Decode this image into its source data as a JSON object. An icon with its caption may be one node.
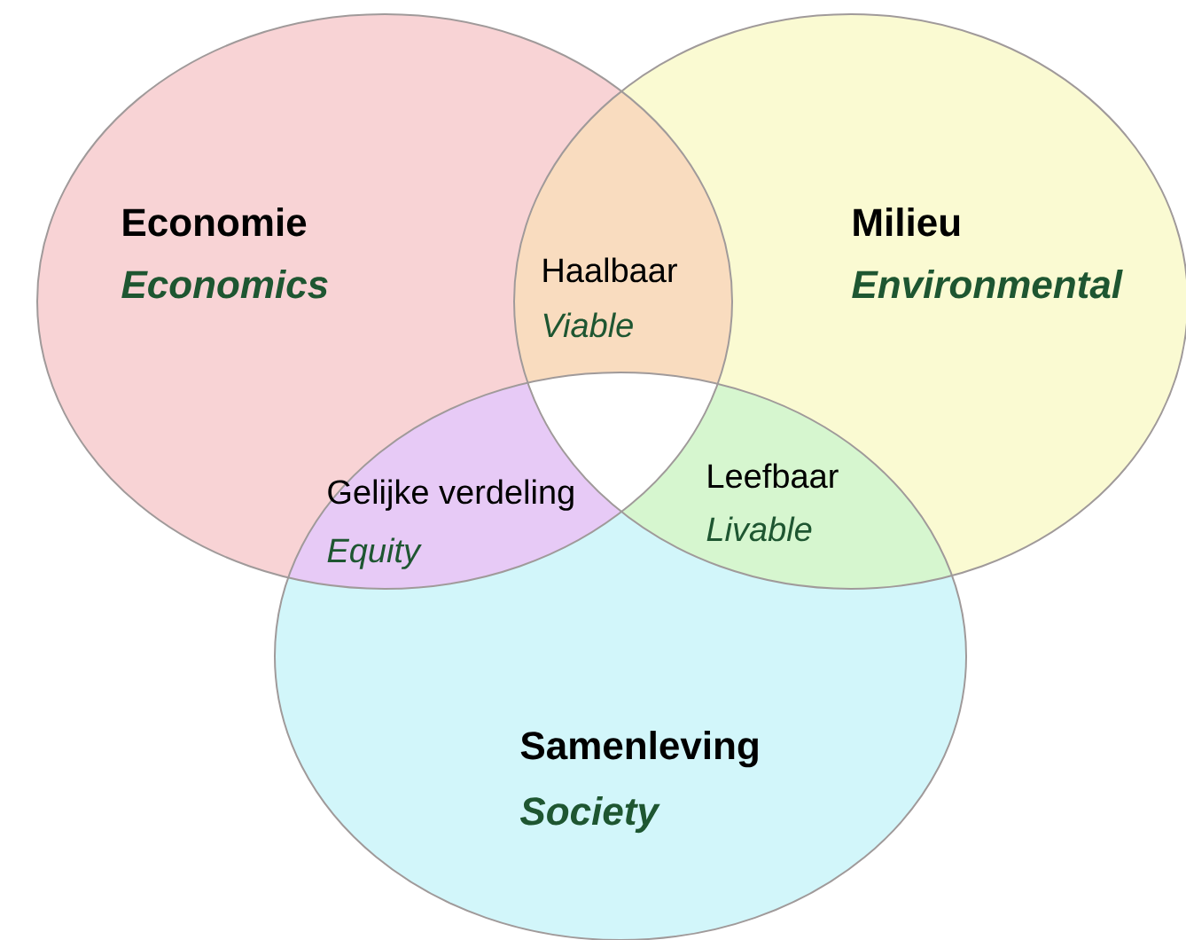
{
  "diagram": {
    "nodes": [
      {
        "text": [
          "Economie",
          "Economics"
        ]
      },
      {
        "text": [
          "Milieu",
          "Environmental"
        ]
      },
      {
        "text": [
          "Samenleving",
          "Society"
        ]
      }
    ],
    "labels": [
      "Haalbaar",
      "Viable",
      "Gelijke verdeling",
      "Equity",
      "Leefbaar",
      "Livable"
    ]
  }
}
